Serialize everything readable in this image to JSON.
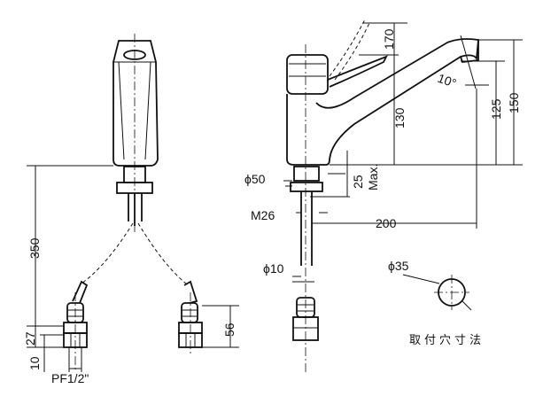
{
  "title": "Single lever faucet dimension drawing",
  "front_view": {
    "dim_height_below_deck": "350",
    "dim_fitting": "27",
    "dim_thread": "10",
    "dim_connection": "PF1/2\"",
    "dim_fitting_height": "56"
  },
  "side_view": {
    "dim_lever_rise": "170",
    "dim_lever_height": "130",
    "dim_spout_angle": "10°",
    "dim_spout_outlet": "125",
    "dim_total_height": "150",
    "dim_base_diameter": "ϕ50",
    "dim_deck_thickness": "25",
    "dim_deck_max": "Max.",
    "dim_thread": "M26",
    "dim_reach": "200",
    "dim_tube": "ϕ10"
  },
  "mounting_hole": {
    "dim_hole": "ϕ35",
    "caption": "取付穴寸法"
  }
}
